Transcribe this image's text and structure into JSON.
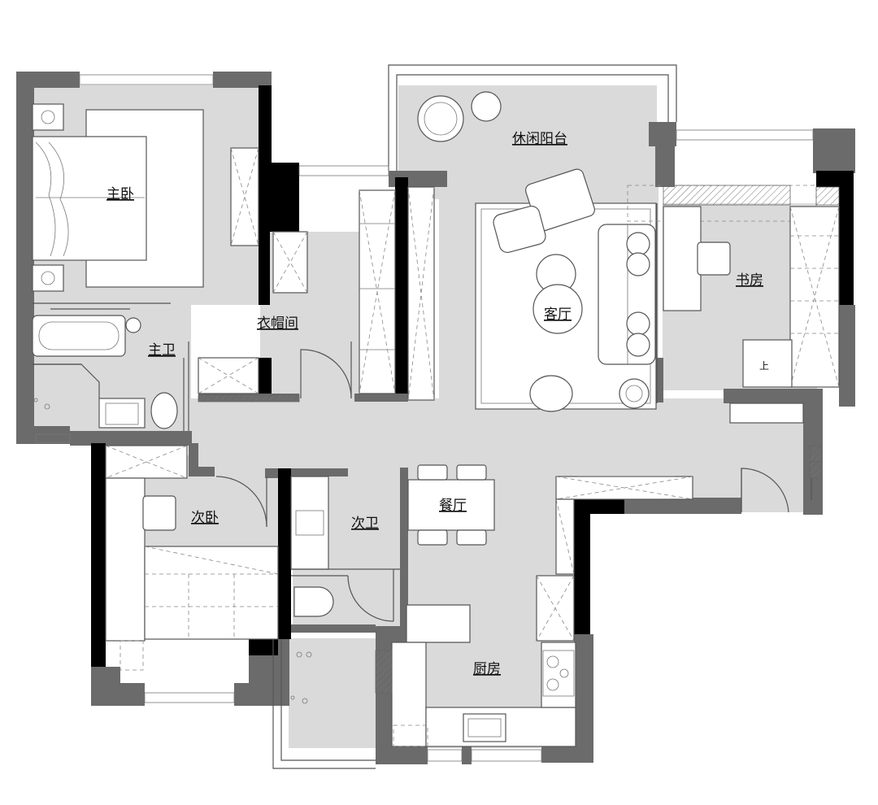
{
  "rooms": {
    "master_bedroom": "主卧",
    "master_bath": "主卫",
    "walk_in_closet": "衣帽间",
    "leisure_balcony": "休闲阳台",
    "living_room": "客厅",
    "study": "书房",
    "second_bedroom": "次卧",
    "second_bath": "次卫",
    "dining_room": "餐厅",
    "kitchen": "厨房"
  },
  "stair_marker": "上",
  "colors": {
    "floor": "#dadada",
    "wall": "#6b6b6b",
    "wall_black": "#000000",
    "background": "#ffffff"
  }
}
